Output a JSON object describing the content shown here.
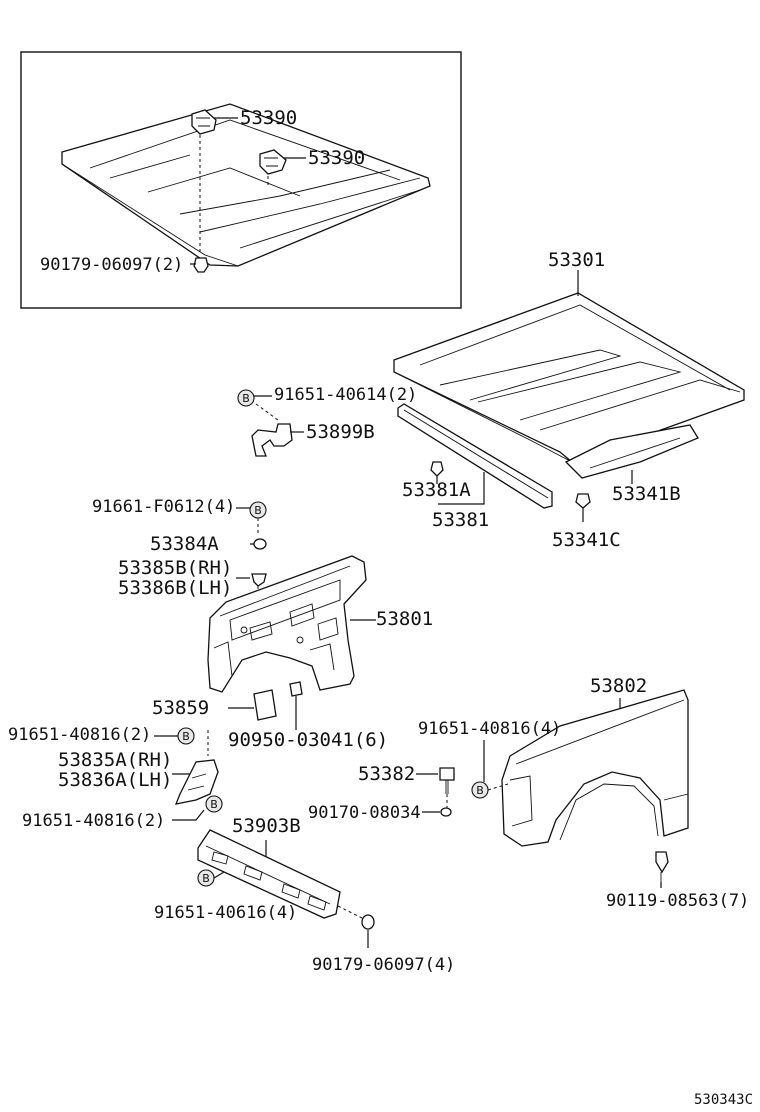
{
  "inset_labels": {
    "bracket_upper": "53390",
    "bracket_lower": "53390",
    "clip_inset": "90179-06097(2)"
  },
  "labels": {
    "hood": "53301",
    "bolt_91651_40614": "91651-40614(2)",
    "stay_53899b": "53899B",
    "clip_53381a": "53381A",
    "seal_53381": "53381",
    "insulator_53341b": "53341B",
    "clip_53341c": "53341C",
    "screw_91661": "91661-F0612(4)",
    "nut_53384a": "53384A",
    "clip_53385b": "53385B(RH)",
    "clip_53386b": "53386B(LH)",
    "apron_53801": "53801",
    "cover_53859": "53859",
    "clip_90950": "90950-03041(6)",
    "bolt_91651_40816_a": "91651-40816(2)",
    "brace_53835a": "53835A(RH)",
    "brace_53836a": "53836A(LH)",
    "bolt_91651_40816_b": "91651-40816(2)",
    "support_53903b": "53903B",
    "bolt_91651_40616": "91651-40616(4)",
    "clip_90179_lower": "90179-06097(4)",
    "fender_53802": "53802",
    "bolt_91651_40816_c": "91651-40816(4)",
    "bolt_53382": "53382",
    "nut_90170": "90170-08034",
    "clip_90119": "90119-08563(7)",
    "diagram_code": "530343C"
  },
  "markers": {
    "b": "B"
  },
  "icons": [
    "b-bolt-marker-icon"
  ]
}
